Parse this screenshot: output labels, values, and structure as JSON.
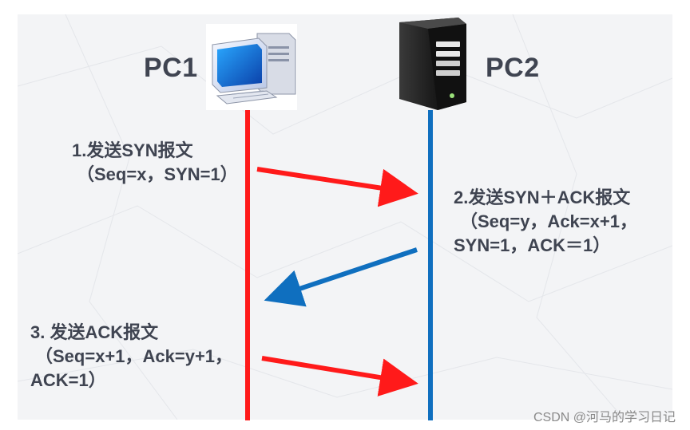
{
  "nodes": {
    "pc1": {
      "label": "PC1",
      "icon": "desktop-computer-icon",
      "line_color": "#ff1a1a"
    },
    "pc2": {
      "label": "PC2",
      "icon": "server-tower-icon",
      "line_color": "#0f6fbf"
    }
  },
  "messages": [
    {
      "lines": [
        "1.发送SYN报文",
        "（Seq=x，SYN=1）"
      ],
      "direction": "PC1 → PC2",
      "color": "#ff1a1a"
    },
    {
      "lines": [
        "2.发送SYN＋ACK报文",
        "（Seq=y，Ack=x+1，",
        "SYN=1，ACK＝1）"
      ],
      "direction": "PC2 → PC1",
      "color": "#0f6fbf"
    },
    {
      "lines": [
        "3. 发送ACK报文",
        "（Seq=x+1，Ack=y+1，",
        "ACK=1）"
      ],
      "direction": "PC1 → PC2",
      "color": "#ff1a1a"
    }
  ],
  "watermark": "CSDN @河马的学习日记"
}
